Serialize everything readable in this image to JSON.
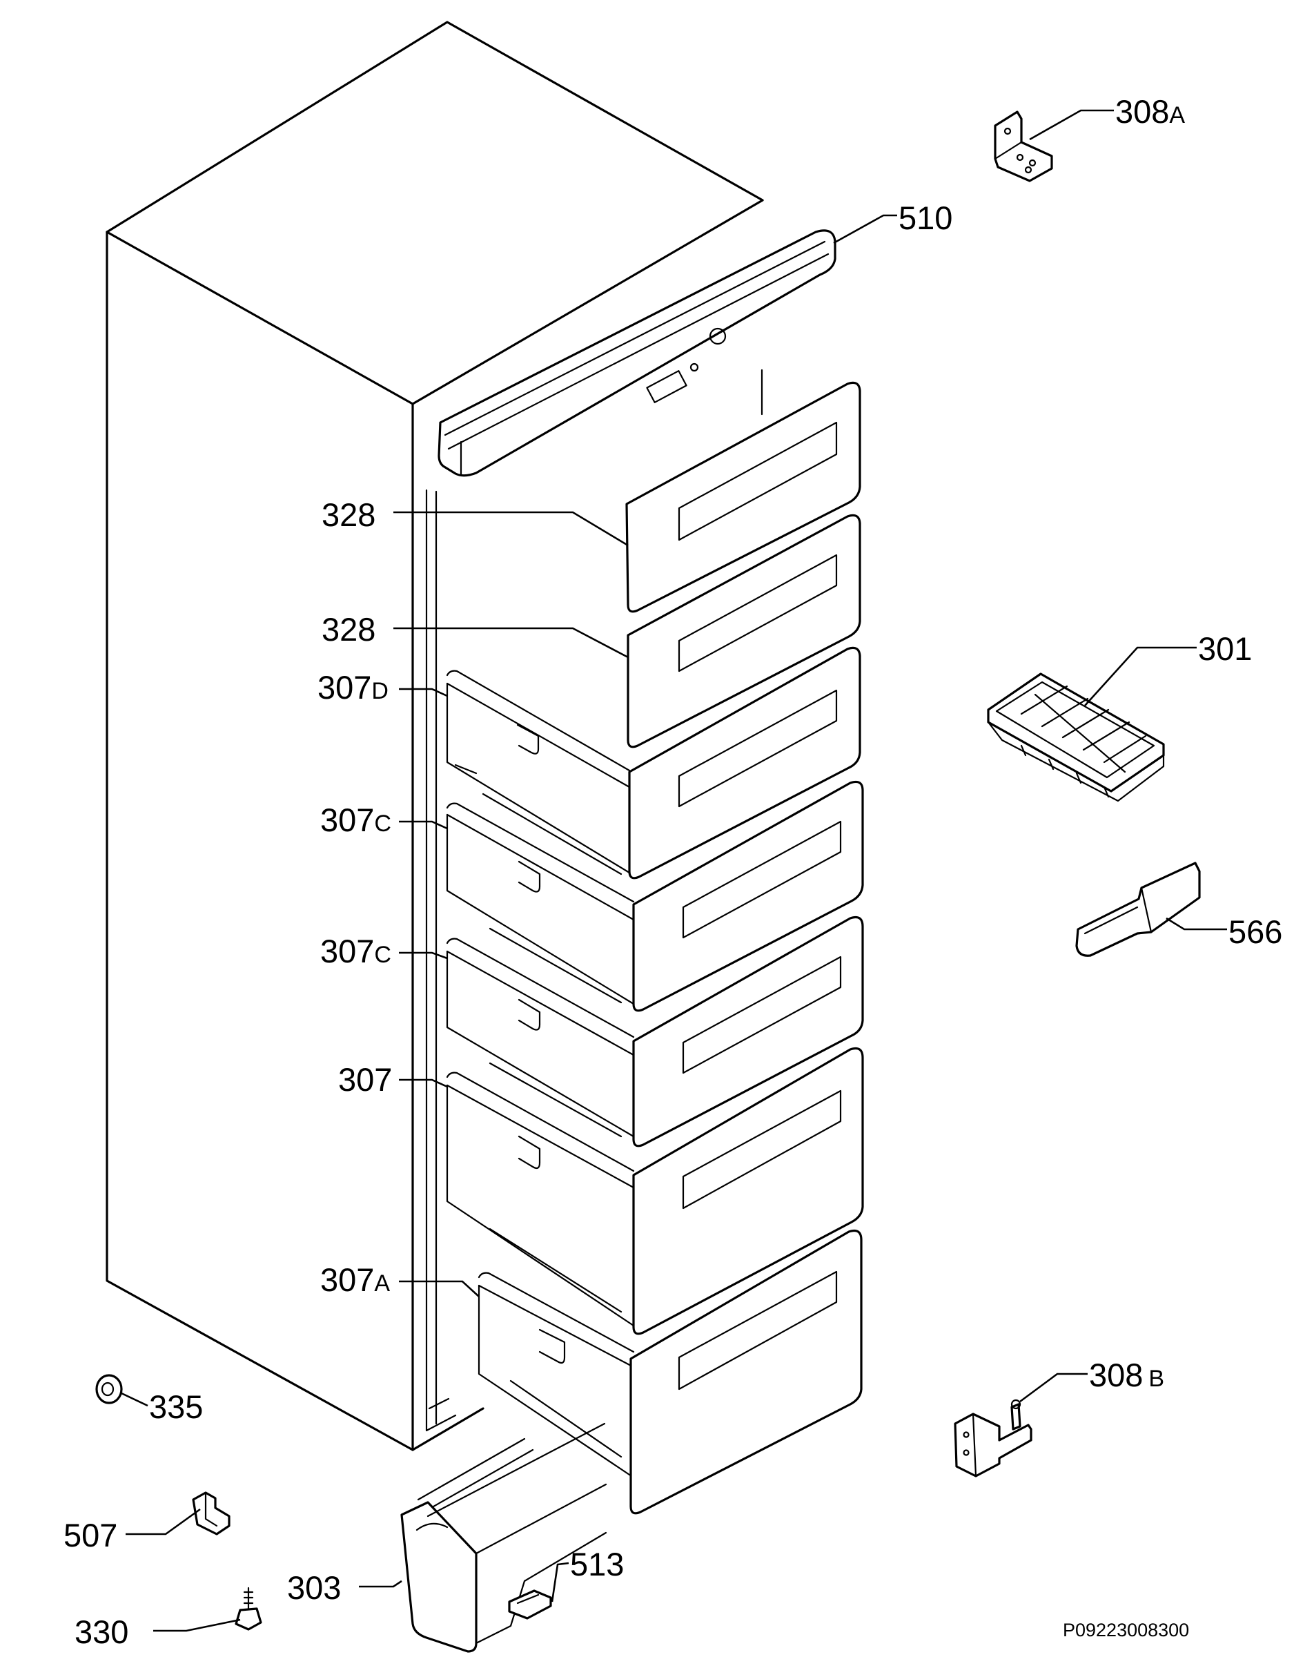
{
  "labels": {
    "p308a": {
      "num": "308",
      "suffix": "A"
    },
    "p510": {
      "num": "510",
      "suffix": ""
    },
    "p328_top": {
      "num": "328",
      "suffix": ""
    },
    "p328_bot": {
      "num": "328",
      "suffix": ""
    },
    "p301": {
      "num": "301",
      "suffix": ""
    },
    "p307d": {
      "num": "307",
      "suffix": "D"
    },
    "p307c_1": {
      "num": "307",
      "suffix": "C"
    },
    "p307c_2": {
      "num": "307",
      "suffix": "C"
    },
    "p566": {
      "num": "566",
      "suffix": ""
    },
    "p307": {
      "num": "307",
      "suffix": ""
    },
    "p307a": {
      "num": "307",
      "suffix": "A"
    },
    "p308b": {
      "num": "308",
      "suffix": "B"
    },
    "p335": {
      "num": "335",
      "suffix": ""
    },
    "p507": {
      "num": "507",
      "suffix": ""
    },
    "p513": {
      "num": "513",
      "suffix": ""
    },
    "p303": {
      "num": "303",
      "suffix": ""
    },
    "p330": {
      "num": "330",
      "suffix": ""
    }
  },
  "drawing_code": "P09223008300"
}
